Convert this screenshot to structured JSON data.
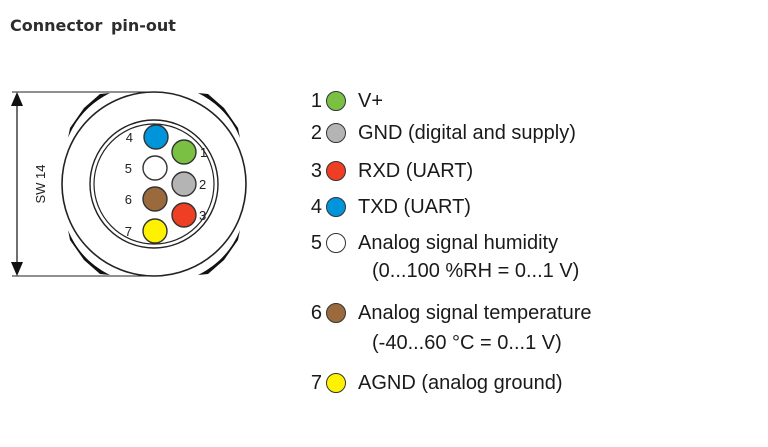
{
  "title": "Connector  pin-out",
  "dimension_label": "SW 14",
  "pins": [
    {
      "number": "1",
      "color": "#7ac143",
      "label": "V+"
    },
    {
      "number": "2",
      "color": "#b4b4b4",
      "label": "GND (digital and supply)"
    },
    {
      "number": "3",
      "color": "#ee3e24",
      "label": "RXD (UART)"
    },
    {
      "number": "4",
      "color": "#0095da",
      "label": "TXD (UART)"
    },
    {
      "number": "5",
      "color": "#ffffff",
      "label": "Analog signal humidity",
      "sub": "(0...100 %RH = 0...1 V)"
    },
    {
      "number": "6",
      "color": "#9b6a3c",
      "label": "Analog signal temperature",
      "sub": "(-40...60 °C = 0...1 V)"
    },
    {
      "number": "7",
      "color": "#fff200",
      "label": "AGND (analog ground)"
    }
  ]
}
